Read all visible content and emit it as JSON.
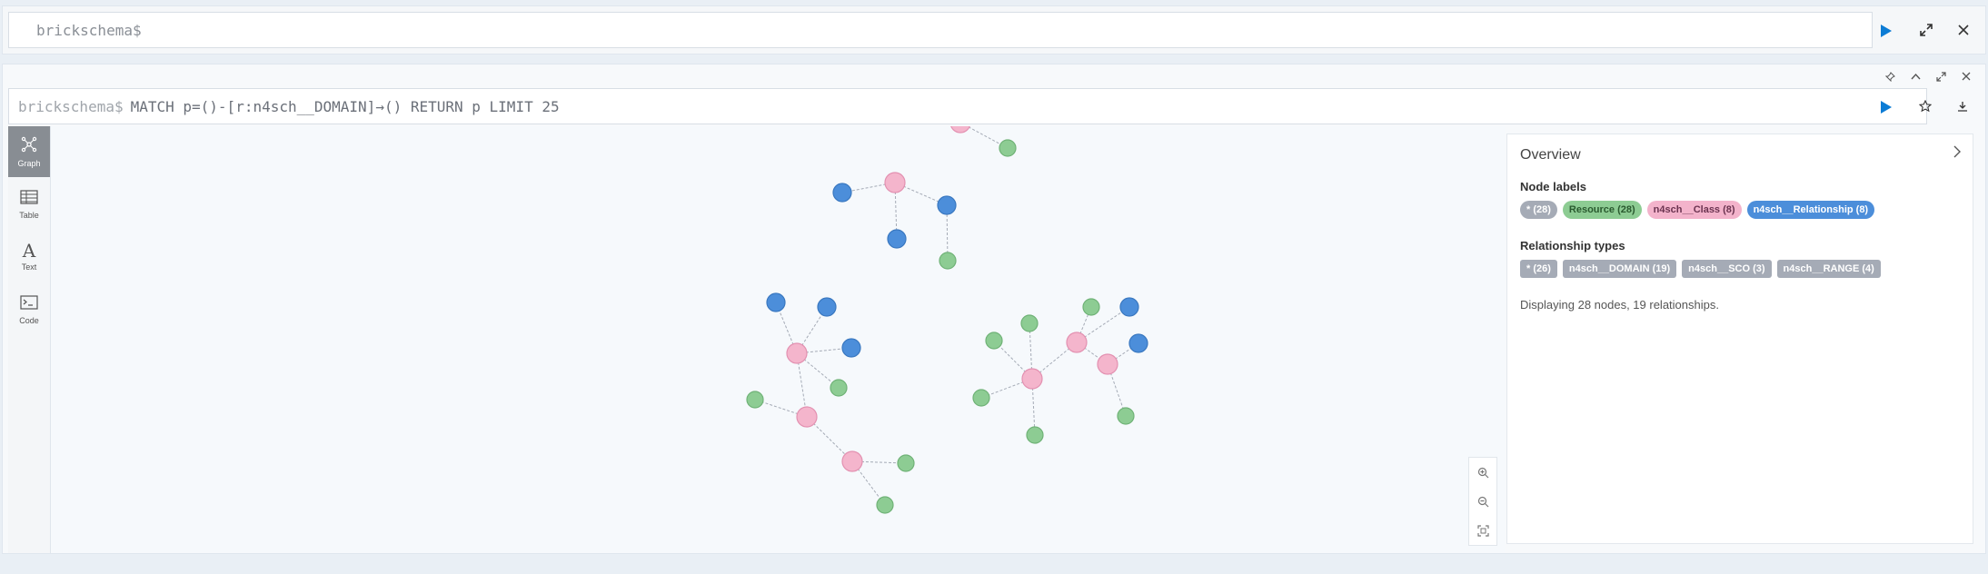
{
  "editor": {
    "prompt": "brickschema$"
  },
  "result": {
    "prompt": "brickschema$",
    "query": "MATCH p=()-[r:n4sch__DOMAIN]→() RETURN p LIMIT 25"
  },
  "sidebar": {
    "items": [
      {
        "label": "Graph",
        "icon": "graph-icon"
      },
      {
        "label": "Table",
        "icon": "table-icon"
      },
      {
        "label": "Text",
        "icon": "text-icon"
      },
      {
        "label": "Code",
        "icon": "code-icon"
      }
    ]
  },
  "overview": {
    "title": "Overview",
    "node_labels_title": "Node labels",
    "node_labels": [
      "* (28)",
      "Resource (28)",
      "n4sch__Class (8)",
      "n4sch__Relationship (8)"
    ],
    "rel_types_title": "Relationship types",
    "rel_types": [
      "* (26)",
      "n4sch__DOMAIN (19)",
      "n4sch__SCO (3)",
      "n4sch__RANGE (4)"
    ],
    "summary": "Displaying 28 nodes, 19 relationships."
  },
  "colors": {
    "class_node": "#f4b5cc",
    "relationship_node": "#4c8eda",
    "resource_node": "#8dcc93",
    "accent": "#0c7cd5"
  }
}
